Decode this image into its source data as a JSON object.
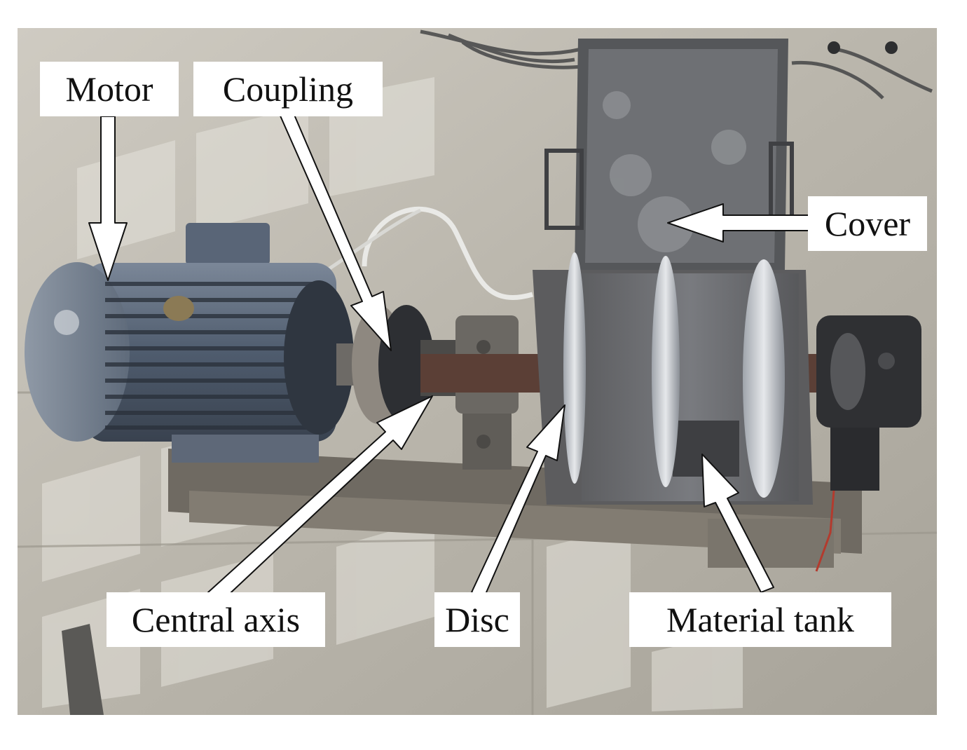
{
  "figure": {
    "labels": {
      "motor": "Motor",
      "coupling": "Coupling",
      "cover": "Cover",
      "central_axis": "Central axis",
      "disc": "Disc",
      "material_tank": "Material tank"
    },
    "colors": {
      "floor": "#b9b5ab",
      "motor_body": "#4f5c6e",
      "metal_dark": "#3c3f44",
      "rust": "#5b3f36",
      "label_bg": "#ffffff",
      "arrow_fill": "#ffffff",
      "arrow_stroke": "#111111"
    }
  }
}
